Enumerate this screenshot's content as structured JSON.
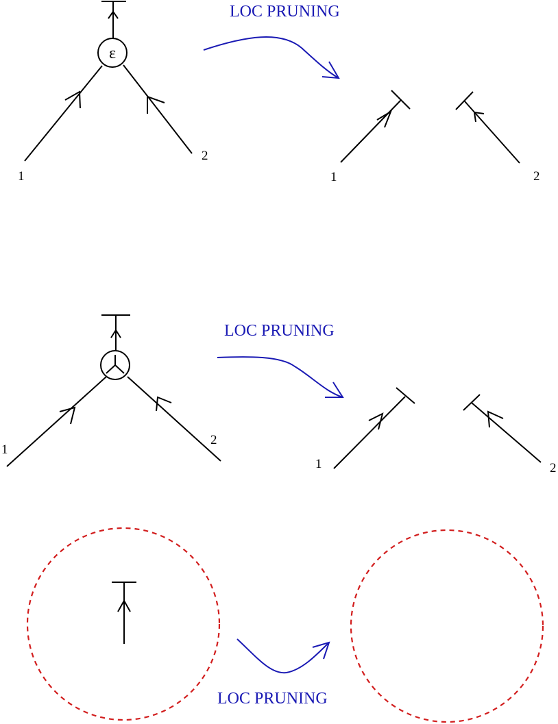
{
  "colors": {
    "ink": "#000000",
    "arrow": "#1a1ab4",
    "title": "#1a1ab4",
    "dashed_circle": "#d21e1e"
  },
  "panel1": {
    "title": "LOC PRUNING",
    "vertex_symbol": "ε",
    "left_labels": [
      "1",
      "2"
    ],
    "right_labels": [
      "1",
      "2"
    ]
  },
  "panel2": {
    "title": "LOC PRUNING",
    "vertex_icon": "three-way-junction-icon",
    "left_labels": [
      "1",
      "2"
    ],
    "right_labels": [
      "1",
      "2"
    ]
  },
  "panel3": {
    "title": "LOC PRUNING"
  }
}
